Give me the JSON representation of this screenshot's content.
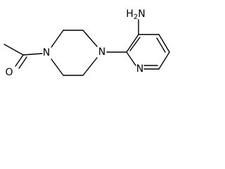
{
  "molecule": {
    "atoms": {
      "oxygen": "O",
      "piperazine_n_left": "N",
      "piperazine_n_right": "N",
      "pyridine_n": "N",
      "amine": {
        "symbol": "H",
        "count": "2",
        "heteroatom": "N"
      }
    },
    "colors": {
      "bond": "#000000",
      "label": "#000000",
      "background": "#ffffff"
    }
  }
}
